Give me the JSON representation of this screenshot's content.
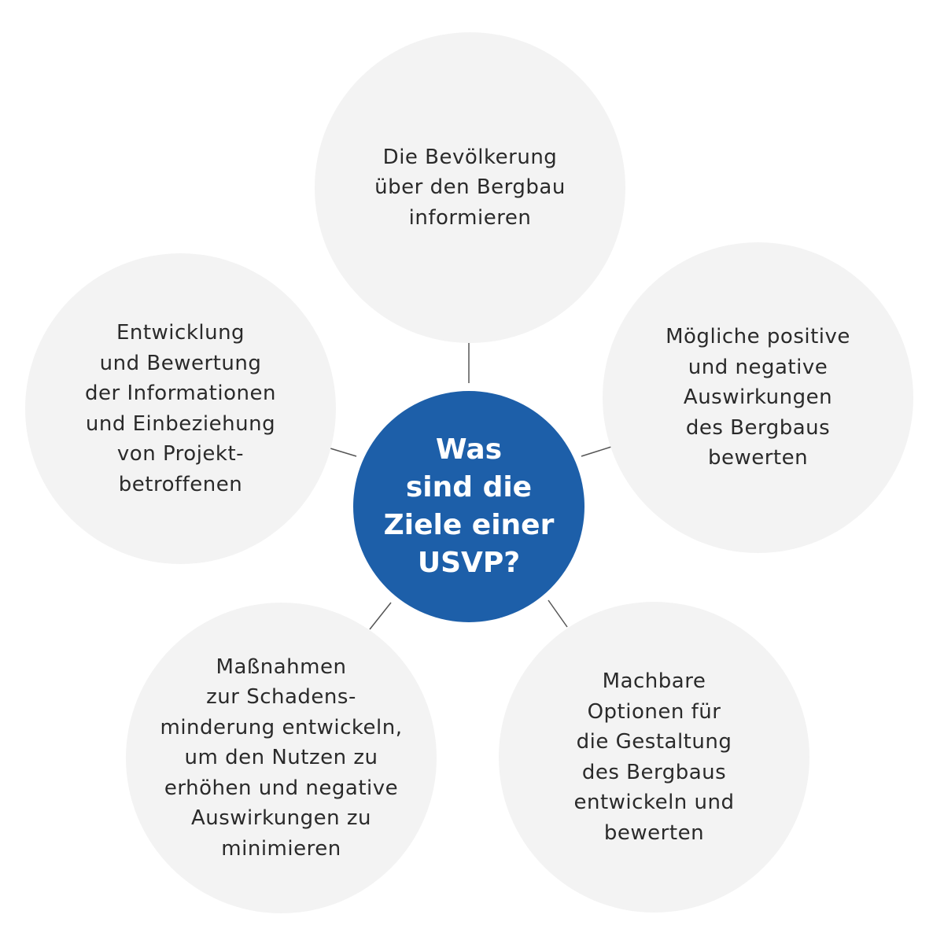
{
  "center": {
    "lines": [
      "Was",
      "sind die",
      "Ziele einer",
      "USVP?"
    ]
  },
  "goals": [
    {
      "lines": [
        "Die Bevölkerung",
        "über den Bergbau",
        "informieren"
      ]
    },
    {
      "lines": [
        "Mögliche positive",
        "und negative",
        "Auswirkungen",
        "des Bergbaus",
        "bewerten"
      ]
    },
    {
      "lines": [
        "Machbare",
        "Optionen für",
        "die Gestaltung",
        "des Bergbaus",
        "entwickeln und",
        "bewerten"
      ]
    },
    {
      "lines": [
        "Maßnahmen",
        "zur Schadens-",
        "minderung entwickeln,",
        "um den Nutzen zu",
        "erhöhen und negative",
        "Auswirkungen zu",
        "minimieren"
      ]
    },
    {
      "lines": [
        "Entwicklung",
        "und Bewertung",
        "der Informationen",
        "und Einbeziehung",
        "von Projekt-",
        "betroffenen"
      ]
    }
  ],
  "colors": {
    "center": "#1d5fa9",
    "circle": "#f3f3f3"
  }
}
